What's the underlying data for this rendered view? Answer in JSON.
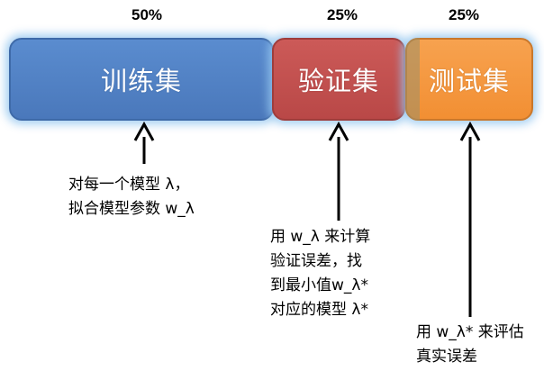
{
  "segments": [
    {
      "percent": "50%",
      "label": "训练集",
      "color": "#4a7fc1"
    },
    {
      "percent": "25%",
      "label": "验证集",
      "color": "#c0504d"
    },
    {
      "percent": "25%",
      "label": "测试集",
      "color": "#f79646"
    }
  ],
  "notes": {
    "train": [
      "对每一个模型 λ，",
      "拟合模型参数 w_λ"
    ],
    "val": [
      "用 w_λ 来计算",
      "验证误差，找",
      "到最小值w_λ*",
      "对应的模型 λ*"
    ],
    "test": [
      "用 w_λ* 来评估",
      "真实误差"
    ]
  }
}
